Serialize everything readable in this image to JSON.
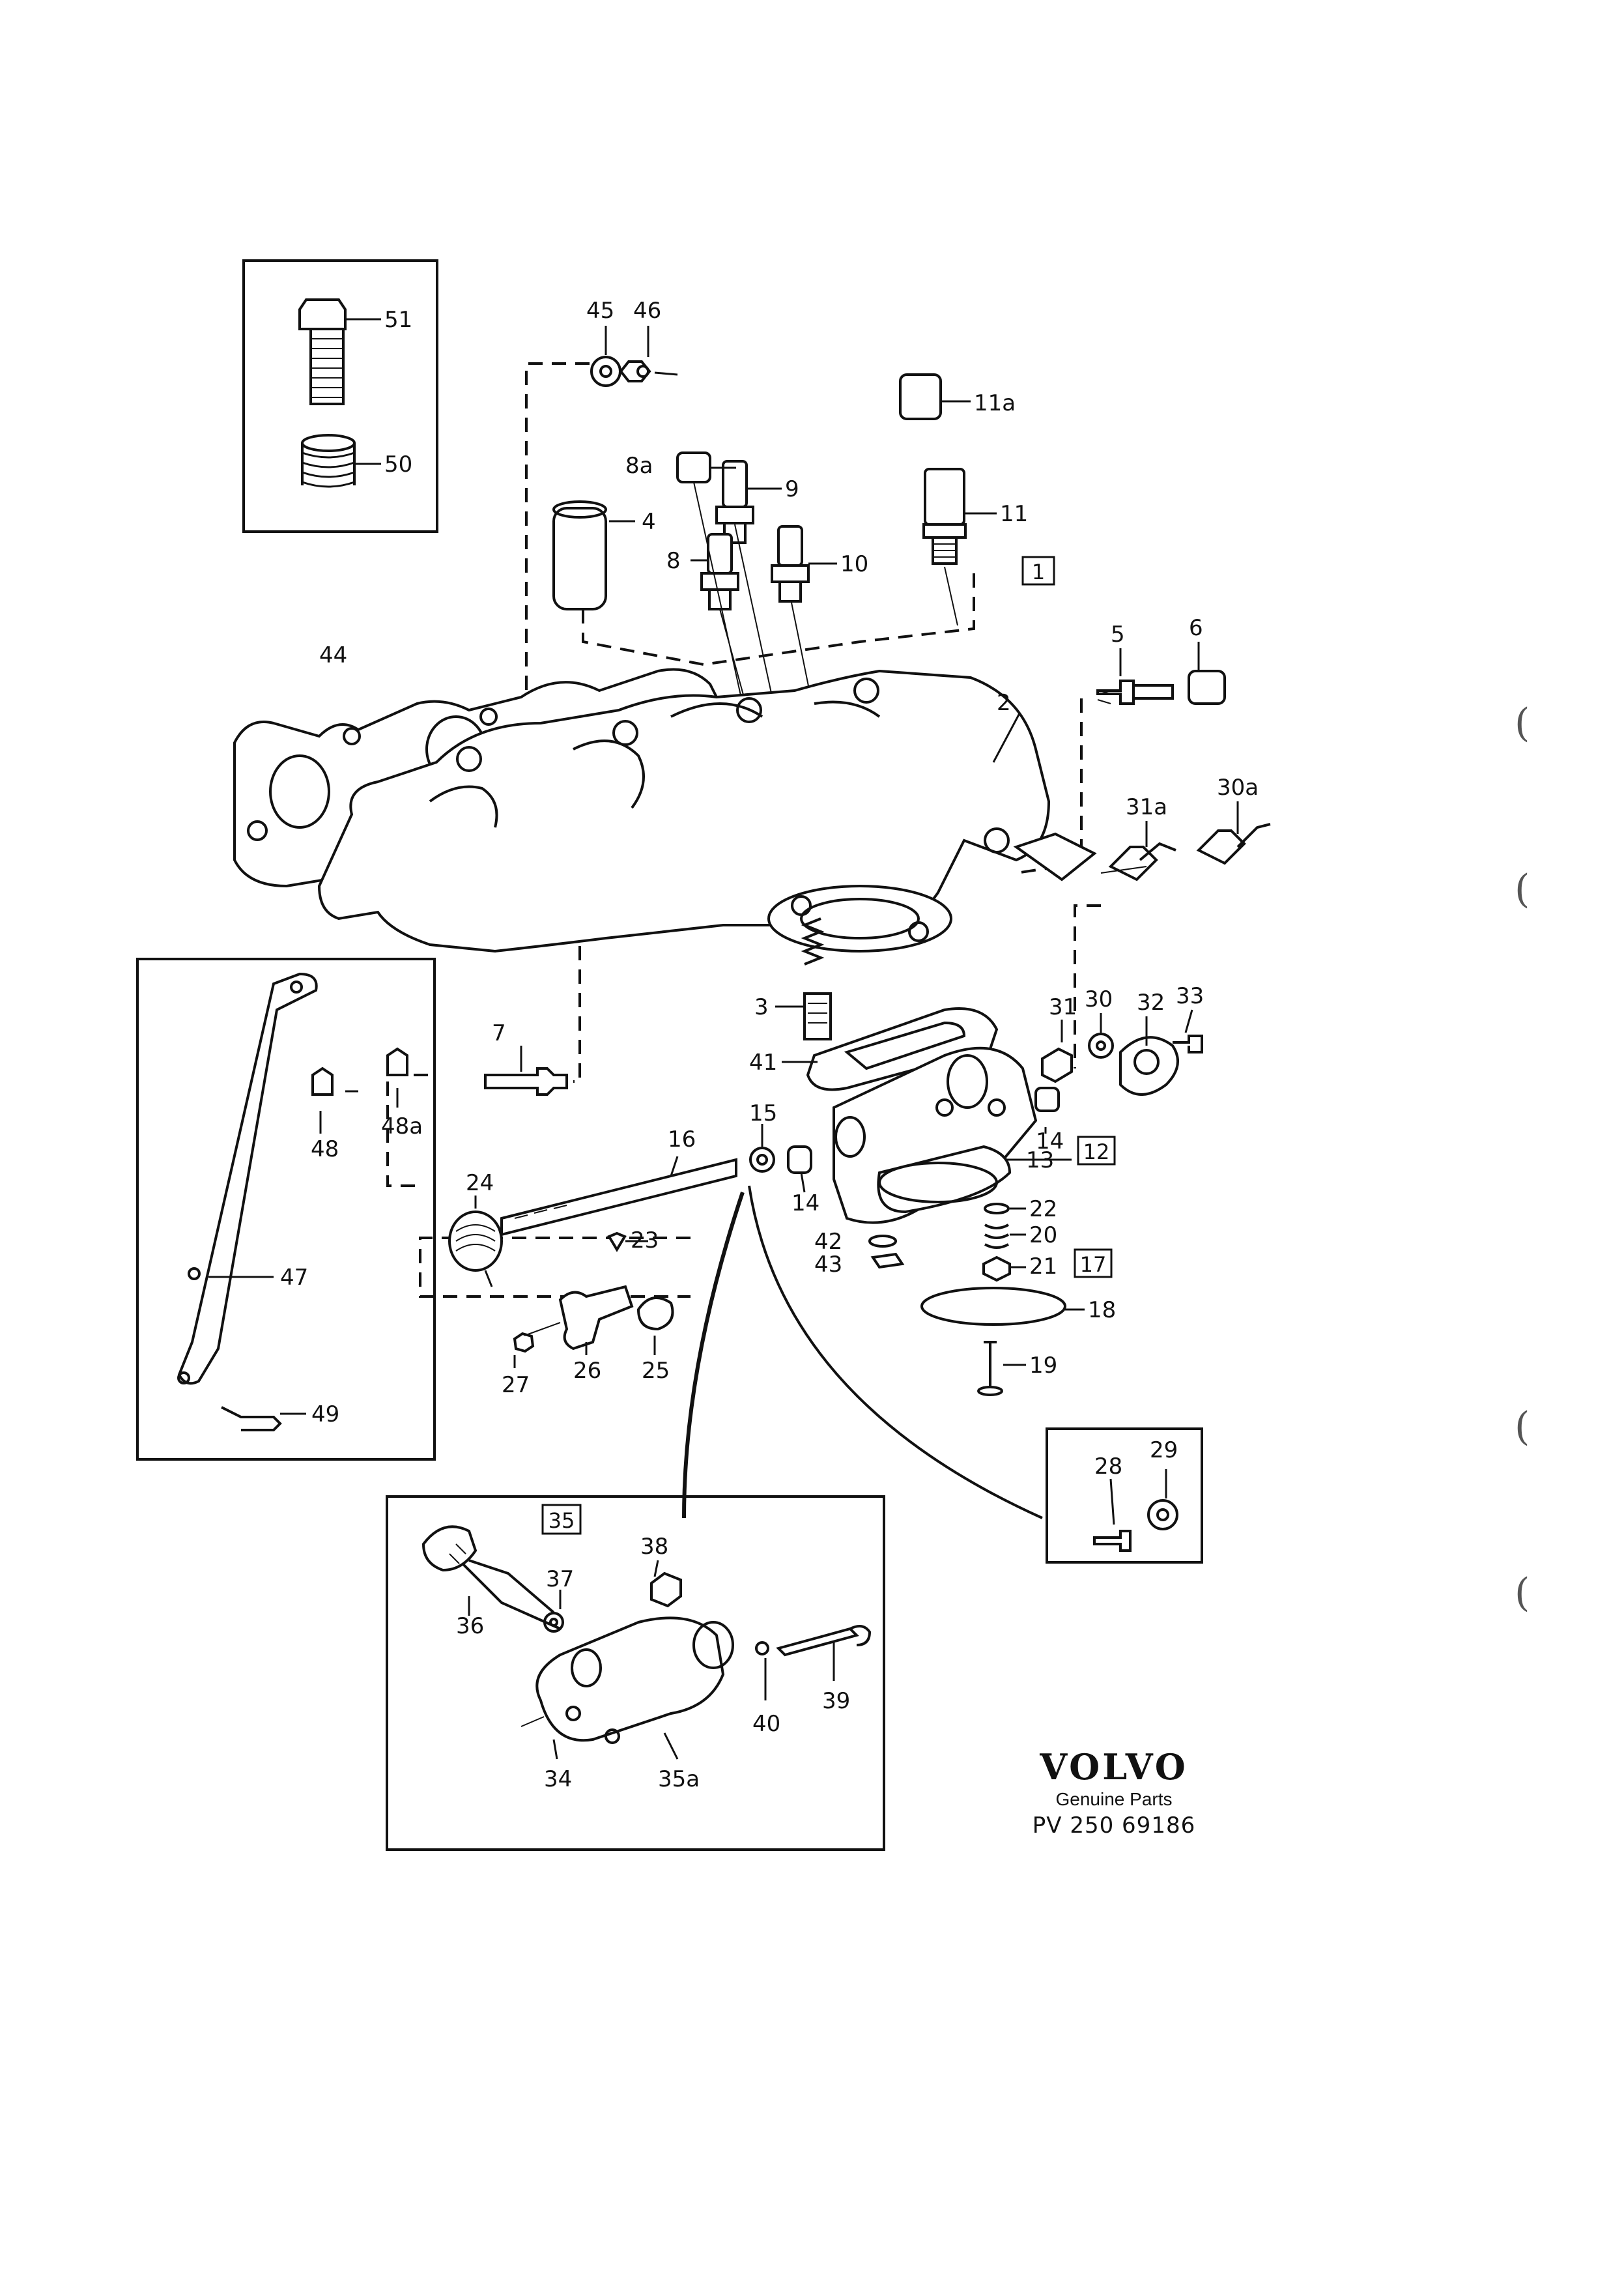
{
  "labels": {
    "p51": "51",
    "p50": "50",
    "p45": "45",
    "p46": "46",
    "p11a": "11a",
    "p11": "11",
    "p8a": "8a",
    "p9": "9",
    "p8": "8",
    "p10": "10",
    "p4": "4",
    "p44": "44",
    "p2": "2",
    "p5": "5",
    "p6": "6",
    "p31a": "31a",
    "p30a": "30a",
    "p3": "3",
    "p41": "41",
    "p31": "31",
    "p30": "30",
    "p32": "32",
    "p33": "33",
    "p7": "7",
    "p48": "48",
    "p48a": "48a",
    "p47": "47",
    "p49": "49",
    "p15": "15",
    "p16": "16",
    "p23": "23",
    "p24": "24",
    "p14a": "14",
    "p14b": "14",
    "p13": "13",
    "p22": "22",
    "p20": "20",
    "p21": "21",
    "p18": "18",
    "p19": "19",
    "p42": "42",
    "p43": "43",
    "p27": "27",
    "p26": "26",
    "p25": "25",
    "p28": "28",
    "p29": "29",
    "p37": "37",
    "p38": "38",
    "p36": "36",
    "p40": "40",
    "p39": "39",
    "p34": "34",
    "p35a": "35a"
  },
  "group_boxes": {
    "g1": "1",
    "g12": "12",
    "g17": "17",
    "g35": "35"
  },
  "brand": {
    "logo": "VOLVO",
    "subtitle": "Genuine Parts",
    "code": "PV 250 69186"
  },
  "margin_marks": [
    "(",
    "(",
    "(",
    "("
  ]
}
